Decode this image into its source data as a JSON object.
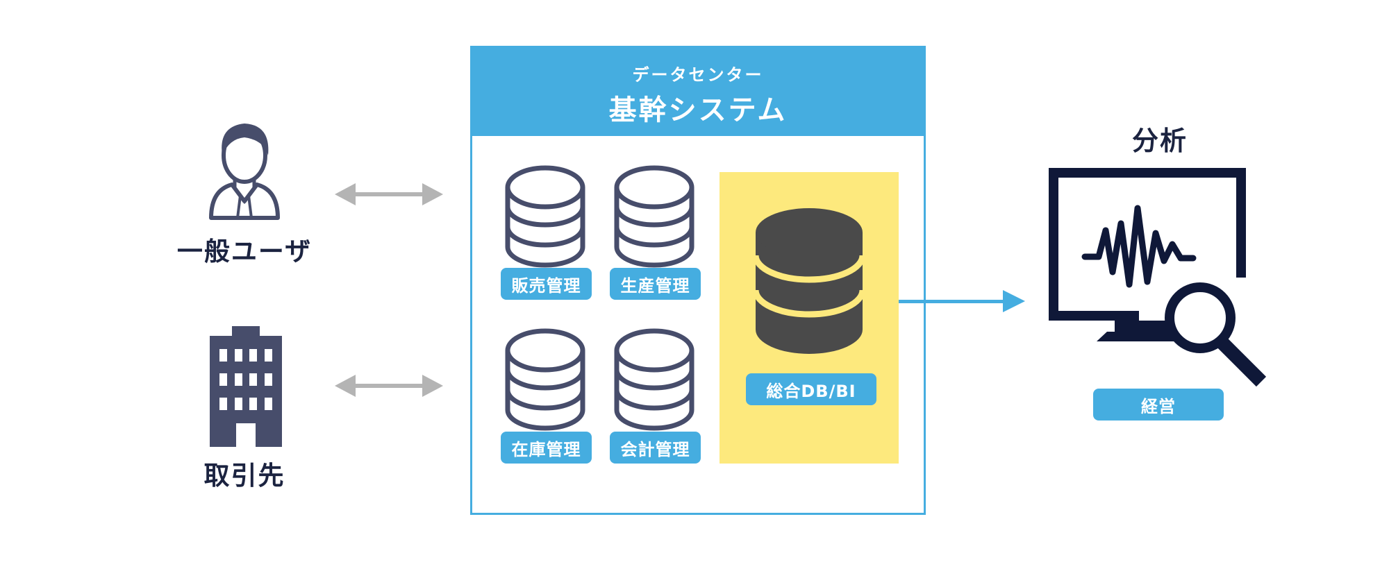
{
  "left_entities": {
    "general_user_label": "一般ユーザ",
    "partner_label": "取引先"
  },
  "data_center": {
    "subtitle": "データセンター",
    "title": "基幹システム",
    "modules": [
      {
        "label": "販売管理"
      },
      {
        "label": "生産管理"
      },
      {
        "label": "在庫管理"
      },
      {
        "label": "会計管理"
      }
    ],
    "integrated_db_label": "総合DB/BI"
  },
  "analysis": {
    "title": "分析",
    "management_label": "経営"
  },
  "colors": {
    "accent_blue": "#45ade0",
    "navy": "#0f1838",
    "icon_slate": "#474d6b",
    "arrow_gray": "#b4b4b4",
    "highlight_yellow": "#fde97d",
    "db_dark": "#4a4a4a"
  },
  "icons": [
    "user-icon",
    "building-icon",
    "database-icon",
    "monitor-analysis-icon",
    "magnifier-icon"
  ]
}
